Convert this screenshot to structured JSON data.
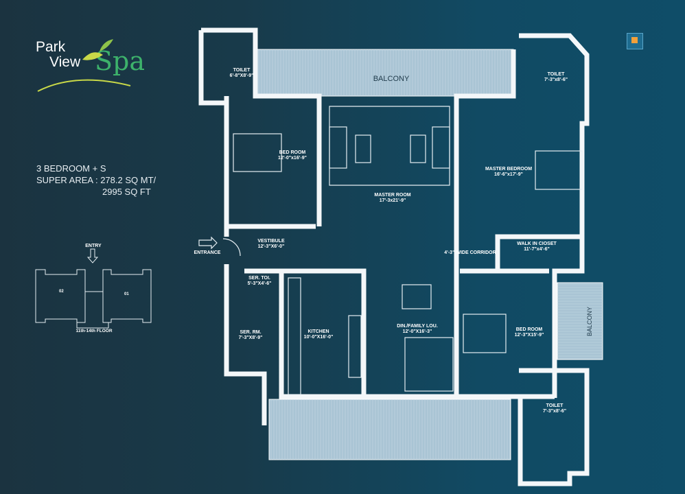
{
  "logo": {
    "line1": "Park",
    "line2": "View",
    "line3": "Spa"
  },
  "info": {
    "type": "3 BEDROOM + S",
    "super_area": "SUPER AREA : 278.2 SQ MT/",
    "super_area_ft": "2995 SQ FT"
  },
  "key_plan": {
    "entry": "ENTRY",
    "unit_left": "02",
    "unit_right": "01",
    "floor": "11th-14th FLOOR"
  },
  "rooms": {
    "toilet_tl": {
      "name": "TOILET",
      "size": "6'-8\"X8'-9\""
    },
    "balcony_top": {
      "name": "BALCONY"
    },
    "toilet_tr": {
      "name": "TOILET",
      "size": "7'-3\"x8'-6\""
    },
    "bedroom1": {
      "name": "BED ROOM",
      "size": "12'-0\"x16'-9\""
    },
    "master_room": {
      "name": "MASTER ROOM",
      "size": "17'-3x21'-9\""
    },
    "master_bedroom": {
      "name": "MASTER BEDROOM",
      "size": "16'-6\"x17'-9\""
    },
    "vestibule": {
      "name": "VESTIBULE",
      "size": "12'-3\"X6'-0\""
    },
    "entrance": {
      "name": "ENTRANCE"
    },
    "corridor": {
      "name": "4'-3\" WIDE CORRIDOR"
    },
    "walk_in": {
      "name": "WALK IN CIOSET",
      "size": "11'-7\"x4'-6\""
    },
    "ser_toi": {
      "name": "SER. TOI.",
      "size": "5'-3\"X4'-6\""
    },
    "ser_rm": {
      "name": "SER. RM.",
      "size": "7'-3\"X8'-9\""
    },
    "kitchen": {
      "name": "KITCHEN",
      "size": "10'-0\"X16'-0\""
    },
    "dining": {
      "name": "DIN./FAMILY LOU.",
      "size": "12'-0\"X16'-3\""
    },
    "bedroom2": {
      "name": "BED ROOM",
      "size": "12'-3\"X15'-9\""
    },
    "balcony_right": {
      "name": "BALCONY"
    },
    "toilet_br": {
      "name": "TOILET",
      "size": "7'-3\"x8'-6\""
    }
  },
  "colors": {
    "wall": "#ffffff",
    "balcony": "#a9c4d4",
    "logo_green": "#3db26b",
    "background": "#163b4c"
  }
}
